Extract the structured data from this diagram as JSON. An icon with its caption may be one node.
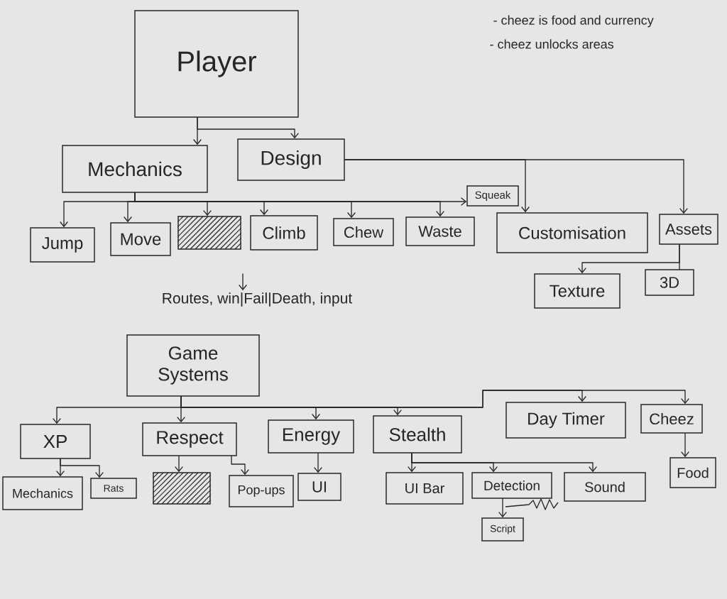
{
  "diagram": {
    "nodes": [
      {
        "text": [
          "Player"
        ]
      },
      {
        "text": [
          "Mechanics"
        ]
      },
      {
        "text": [
          "Design"
        ]
      },
      {
        "text": [
          "Squeak"
        ]
      },
      {
        "text": [
          "Jump"
        ]
      },
      {
        "text": [
          "Move"
        ]
      },
      {
        "text": [],
        "shape": "box"
      },
      {
        "text": [
          "Climb"
        ]
      },
      {
        "text": [
          "Chew"
        ]
      },
      {
        "text": [
          "Waste"
        ]
      },
      {
        "text": [
          "Customisation"
        ]
      },
      {
        "text": [
          "Assets"
        ]
      },
      {
        "text": [
          "Routes, win|Fail|Death, input"
        ]
      },
      {
        "text": [
          "Texture"
        ]
      },
      {
        "text": [
          "3D"
        ]
      },
      {
        "text": [
          "Game Systems"
        ]
      },
      {
        "text": [
          "XP"
        ]
      },
      {
        "text": [
          "Respect"
        ]
      },
      {
        "text": [
          "Energy"
        ]
      },
      {
        "text": [
          "Stealth"
        ]
      },
      {
        "text": [
          "Day Timer"
        ]
      },
      {
        "text": [
          "Cheez"
        ]
      },
      {
        "text": [
          "Mechanics"
        ]
      },
      {
        "text": [
          "Rats"
        ]
      },
      {
        "text": [],
        "shape": "box"
      },
      {
        "text": [
          "Pop-ups"
        ]
      },
      {
        "text": [
          "UI"
        ]
      },
      {
        "text": [
          "UI Bar"
        ]
      },
      {
        "text": [
          "Detection"
        ]
      },
      {
        "text": [
          "Sound"
        ]
      },
      {
        "text": [
          "Food"
        ]
      },
      {
        "text": [
          "Script"
        ]
      }
    ],
    "edges": [
      {
        "from": 0,
        "to": 1,
        "arrow": "to"
      },
      {
        "from": 0,
        "to": 2,
        "arrow": "to"
      },
      {
        "from": 1,
        "to": 4,
        "arrow": "to"
      },
      {
        "from": 1,
        "to": 5,
        "arrow": "to"
      },
      {
        "from": 1,
        "to": 6,
        "arrow": "to"
      },
      {
        "from": 1,
        "to": 7,
        "arrow": "to"
      },
      {
        "from": 1,
        "to": 8,
        "arrow": "to"
      },
      {
        "from": 1,
        "to": 9,
        "arrow": "to"
      },
      {
        "from": 1,
        "to": 3,
        "arrow": "to"
      },
      {
        "from": 2,
        "to": 10,
        "arrow": "to"
      },
      {
        "from": 2,
        "to": 11,
        "arrow": "to"
      },
      {
        "from": 11,
        "to": 13,
        "arrow": "to"
      },
      {
        "from": 11,
        "to": 14,
        "arrow": "none"
      },
      {
        "from": null,
        "to": 12,
        "arrow": "to"
      },
      {
        "from": 15,
        "to": 16,
        "arrow": "to"
      },
      {
        "from": 15,
        "to": 17,
        "arrow": "to"
      },
      {
        "from": 15,
        "to": 18,
        "arrow": "to"
      },
      {
        "from": 15,
        "to": 19,
        "arrow": "to"
      },
      {
        "from": 15,
        "to": 20,
        "arrow": "to"
      },
      {
        "from": 15,
        "to": 21,
        "arrow": "to"
      },
      {
        "from": 16,
        "to": 22,
        "arrow": "to"
      },
      {
        "from": 16,
        "to": 23,
        "arrow": "to"
      },
      {
        "from": 17,
        "to": 24,
        "arrow": "to"
      },
      {
        "from": 17,
        "to": 25,
        "arrow": "to"
      },
      {
        "from": 18,
        "to": 26,
        "arrow": "to"
      },
      {
        "from": 19,
        "to": 27,
        "arrow": "to"
      },
      {
        "from": 19,
        "to": 28,
        "arrow": "to"
      },
      {
        "from": 19,
        "to": 29,
        "arrow": "to"
      },
      {
        "from": 21,
        "to": 30,
        "arrow": "to"
      },
      {
        "from": 28,
        "to": 31,
        "arrow": "to"
      }
    ],
    "labels": [
      "- cheez is food and currency",
      "- cheez unlocks areas"
    ]
  }
}
